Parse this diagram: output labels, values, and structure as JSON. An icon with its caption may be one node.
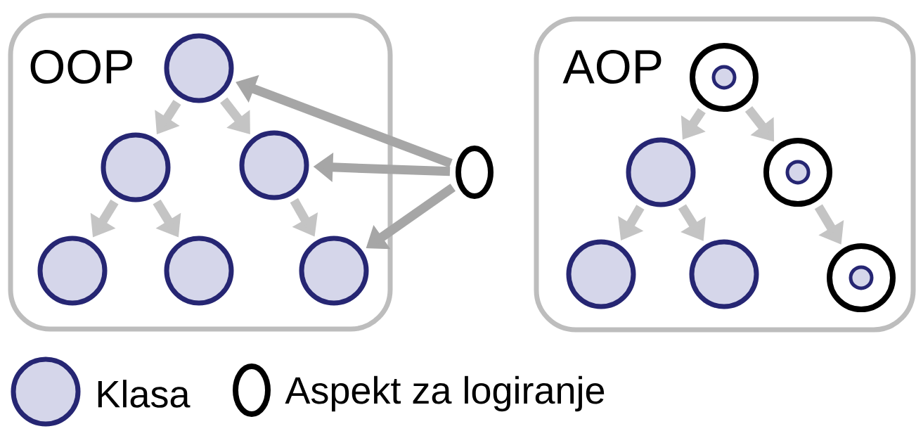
{
  "diagram": {
    "nodes": [
      {
        "text": [
          "OOP"
        ]
      },
      {
        "text": [],
        "shape": "circle",
        "in": 0
      },
      {
        "text": [],
        "shape": "circle",
        "in": 0
      },
      {
        "text": [],
        "shape": "circle",
        "in": 0
      },
      {
        "text": [],
        "shape": "circle",
        "in": 0
      },
      {
        "text": [],
        "shape": "circle",
        "in": 0
      },
      {
        "text": [],
        "shape": "circle",
        "in": 0
      },
      {
        "text": [],
        "shape": "ellipse"
      },
      {
        "text": [
          "AOP"
        ]
      },
      {
        "text": [],
        "shape": "target",
        "in": 8
      },
      {
        "text": [],
        "shape": "circle",
        "in": 8
      },
      {
        "text": [],
        "shape": "target",
        "in": 8
      },
      {
        "text": [],
        "shape": "circle",
        "in": 8
      },
      {
        "text": [],
        "shape": "circle",
        "in": 8
      },
      {
        "text": [],
        "shape": "target",
        "in": 8
      }
    ],
    "edges": [
      {
        "from": 1,
        "to": 2,
        "arrow": "to"
      },
      {
        "from": 1,
        "to": 3,
        "arrow": "to"
      },
      {
        "from": 2,
        "to": 4,
        "arrow": "to"
      },
      {
        "from": 2,
        "to": 5,
        "arrow": "to"
      },
      {
        "from": 3,
        "to": 6,
        "arrow": "to"
      },
      {
        "from": 7,
        "to": 1,
        "arrow": "to",
        "color": "#a6a6a6"
      },
      {
        "from": 7,
        "to": 3,
        "arrow": "to",
        "color": "#a6a6a6"
      },
      {
        "from": 7,
        "to": 6,
        "arrow": "to",
        "color": "#a6a6a6"
      },
      {
        "from": 9,
        "to": 10,
        "arrow": "to"
      },
      {
        "from": 9,
        "to": 11,
        "arrow": "to"
      },
      {
        "from": 10,
        "to": 12,
        "arrow": "to"
      },
      {
        "from": 10,
        "to": 13,
        "arrow": "to"
      },
      {
        "from": 11,
        "to": 14,
        "arrow": "to"
      }
    ],
    "legend": [
      {
        "text": "Klasa"
      },
      {
        "text": "Aspekt za logiranje"
      }
    ]
  }
}
